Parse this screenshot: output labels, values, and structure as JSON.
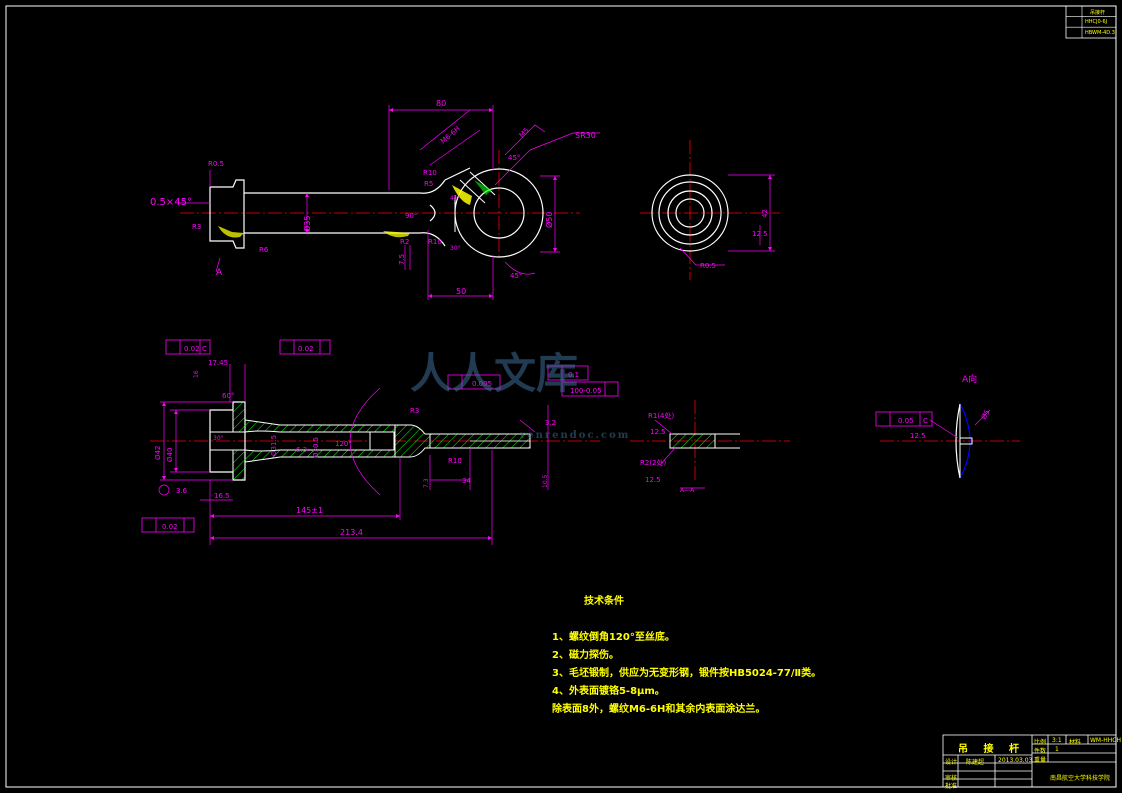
{
  "drawing": {
    "colors": {
      "background": "#000000",
      "outline": "#ffffff",
      "dimension": "#ff00ff",
      "center_line": "#ff0000",
      "hatch": "#00ff00",
      "weld": "#ffff00",
      "note_text": "#ffff00"
    },
    "top_view": {
      "dims": {
        "length_80": "80",
        "length_50": "50",
        "chamfer": "0.5×45°",
        "r05": "R0.5",
        "r3": "R3",
        "r6": "R6",
        "r5": "R5",
        "r10a": "R10",
        "r10b": "R10",
        "r2": "R2",
        "dia35": "Ø35",
        "dia50": "Ø50",
        "sr30": "SR30",
        "thread_m6": "M6-6H",
        "thread_m5": "M5",
        "angle45a": "45°",
        "angle45b": "45°",
        "angle45c": "45°",
        "angle90": "90°",
        "angle30": "30°",
        "dim75": "7.5",
        "label_a": "A"
      }
    },
    "side_view": {
      "dims": {
        "r05": "R0.5",
        "dim125": "12.5",
        "dim42": "42"
      }
    },
    "section_view": {
      "dims": {
        "tol1": "0.02",
        "tol2": "0.02",
        "tol3": "0.02",
        "tol4": "0.005",
        "tol5": "0.1",
        "datum_c": "C",
        "dim1745": "17.45",
        "dim60": "60°",
        "dim30": "30°",
        "dim16": "16",
        "dim165": "16.5",
        "dim36": "3.6",
        "dim1451": "145±1",
        "dim2134": "213.4",
        "dia40": "Ø40",
        "dia42": "Ø42",
        "dia315": "Ø31.5",
        "dia305": "Ø30.5",
        "dim63": "6.3",
        "r3": "R3",
        "r10": "R10",
        "angle120": "120°",
        "dim34": "34",
        "dim32": "3.2",
        "dim1005": "100-0.05",
        "dim105": "10.5",
        "dim73": "7.3"
      }
    },
    "detail_view": {
      "dims": {
        "r1": "R1(4处)",
        "r2": "R2(2处)",
        "dim125a": "12.5",
        "dim125b": "12.5",
        "section": "A—A"
      }
    },
    "a_view": {
      "title": "A向",
      "dims": {
        "tol": "0.05",
        "datum": "C",
        "dim125": "12.5",
        "dia5": "Ø5"
      }
    },
    "technical_requirements": {
      "title": "技术条件",
      "items": [
        "1、螺纹倒角120°至丝底。",
        "2、磁力探伤。",
        "3、毛坯锻制，供应为无变形钢，锻件按HB5024-77/Ⅱ类。",
        "4、外表面镀铬5-8μm。",
        "除表面8外，螺纹M6-6H和其余内表面涂达兰。"
      ]
    },
    "title_block": {
      "part_name": "吊 接 杆",
      "scale_label": "比例",
      "scale_value": "3:1",
      "qty_label": "件数",
      "qty_value": "1",
      "weight_label": "重量",
      "material_label": "材料",
      "design_label": "设计",
      "designer": "陈建超",
      "date": "2013.03.03",
      "check_label": "审核",
      "approve_label": "批准",
      "drawing_no": "WM-HHCH",
      "school": "南昌航空大学科技学院"
    },
    "corner_box": {
      "rows": [
        "吊接杆",
        "HHCJ0-6J",
        "HBWM-4D.3"
      ]
    },
    "watermark": {
      "text": "人人文库",
      "sub": "renrendoc.com"
    }
  }
}
